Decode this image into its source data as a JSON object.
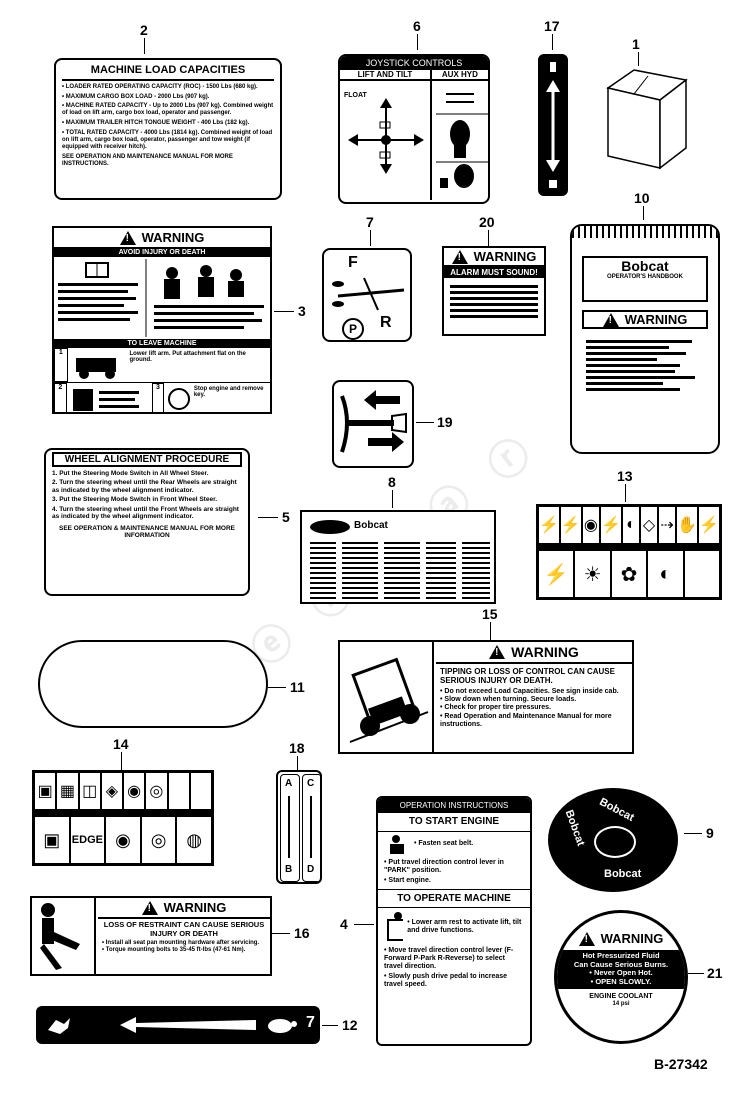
{
  "figure_id": "B-27342",
  "callouts": [
    "1",
    "2",
    "3",
    "4",
    "5",
    "6",
    "7",
    "8",
    "9",
    "10",
    "11",
    "12",
    "13",
    "14",
    "15",
    "16",
    "17",
    "18",
    "19",
    "20",
    "21"
  ],
  "decal2": {
    "title": "MACHINE LOAD CAPACITIES",
    "lines": [
      "• LOADER RATED OPERATING CAPACITY (ROC) - 1500 Lbs (680 kg).",
      "• MAXIMUM CARGO BOX LOAD - 2000 Lbs (907 kg).",
      "• MACHINE RATED CAPACITY - Up to 2000 Lbs (907 kg). Combined weight of load on lift arm, cargo box load, operator and passenger.",
      "• MAXIMUM TRAILER HITCH TONGUE WEIGHT - 400 Lbs (182 kg).",
      "• TOTAL RATED CAPACITY - 4000 Lbs (1814 kg). Combined weight of load on lift arm, cargo box load, operator, passenger and tow weight (if equipped with receiver hitch)."
    ],
    "footer": "SEE OPERATION AND MAINTENANCE MANUAL FOR MORE INSTRUCTIONS."
  },
  "decal3": {
    "title": "WARNING",
    "subtitle": "AVOID INJURY OR DEATH",
    "leave": "TO LEAVE MACHINE",
    "step1": "Lower lift arm. Put attachment flat on the ground.",
    "step3": "Stop engine and remove key."
  },
  "decal5": {
    "title": "WHEEL ALIGNMENT PROCEDURE",
    "steps": [
      "1. Put the Steering Mode Switch in All Wheel Steer.",
      "2. Turn the steering wheel until the Rear Wheels are straight as indicated by the wheel alignment indicator.",
      "3. Put the Steering Mode Switch in Front Wheel Steer.",
      "4. Turn the steering wheel until the Front Wheels are straight as indicated by the wheel alignment indicator."
    ],
    "footer": "SEE OPERATION & MAINTENANCE MANUAL FOR MORE INFORMATION"
  },
  "decal6": {
    "title": "JOYSTICK CONTROLS",
    "left": "LIFT AND TILT",
    "right": "AUX HYD",
    "float": "FLOAT"
  },
  "decal7": {
    "f": "F",
    "r": "R",
    "p": "P"
  },
  "decal20": {
    "title": "WARNING",
    "sub": "ALARM MUST SOUND!"
  },
  "decal10": {
    "brand": "Bobcat",
    "book": "OPERATOR'S HANDBOOK",
    "warning": "WARNING"
  },
  "decal8": {
    "brand": "Bobcat"
  },
  "decal15": {
    "title": "WARNING",
    "headline": "TIPPING OR LOSS OF CONTROL CAN CAUSE SERIOUS INJURY OR DEATH.",
    "bullets": [
      "• Do not exceed Load Capacities. See sign inside cab.",
      "• Slow down when turning. Secure loads.",
      "• Check for proper tire pressures.",
      "• Read Operation and Maintenance Manual for more instructions."
    ]
  },
  "decal4": {
    "header": "OPERATION INSTRUCTIONS",
    "start": "TO START ENGINE",
    "fasten": "• Fasten seat belt.",
    "lever": "• Put travel direction control lever in \"PARK\" position.",
    "startengine": "• Start engine.",
    "operate": "TO OPERATE MACHINE",
    "lower": "• Lower arm rest to activate lift, tilt and drive functions.",
    "move": "• Move travel direction control lever (F-Forward P-Park R-Reverse) to select travel direction.",
    "push": "• Slowly push drive pedal to increase travel speed."
  },
  "decal16": {
    "title": "WARNING",
    "headline": "LOSS OF RESTRAINT CAN CAUSE SERIOUS INJURY OR DEATH",
    "bullets": [
      "• Install all seat pan mounting hardware after servicing.",
      "• Torque mounting bolts to 35-45 ft-lbs (47-61 Nm)."
    ]
  },
  "decal14": {
    "edge": "EDGE"
  },
  "decal9": {
    "brand": "Bobcat"
  },
  "decal21": {
    "title": "WARNING",
    "l1": "Hot Pressurized Fluid",
    "l2": "Can Cause Serious Burns.",
    "l3": "• Never Open Hot.",
    "l4": "• OPEN SLOWLY.",
    "l5": "ENGINE COOLANT",
    "l6": "14 psi"
  },
  "decal12": {
    "num": "7"
  },
  "decal18": {
    "a": "A",
    "b": "B",
    "c": "C",
    "d": "D"
  }
}
